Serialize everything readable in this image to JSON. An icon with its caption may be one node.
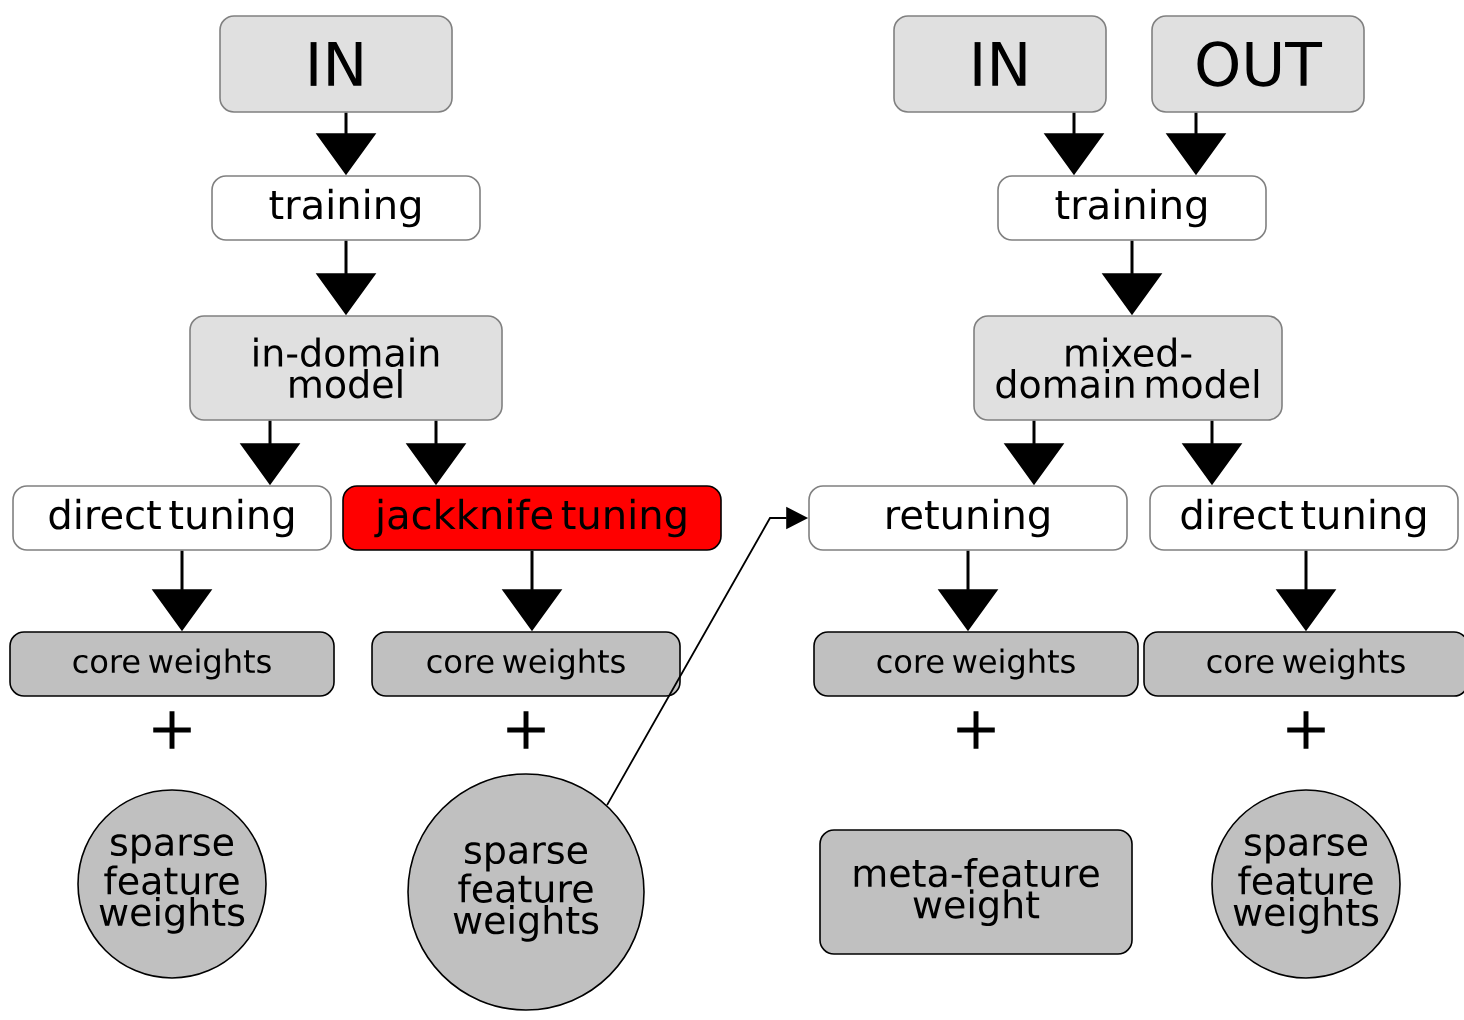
{
  "diagram": {
    "nodes": [
      {
        "text": [
          "IN"
        ]
      },
      {
        "text": [
          "training"
        ]
      },
      {
        "text": [
          "in-domain model"
        ]
      },
      {
        "text": [
          "direct tuning"
        ]
      },
      {
        "text": [
          "jackknife tuning"
        ]
      },
      {
        "text": [
          "core weights"
        ]
      },
      {
        "text": [
          "core weights"
        ]
      },
      {
        "text": [
          "sparse feature weights"
        ]
      },
      {
        "text": [
          "sparse feature weights"
        ]
      },
      {
        "text": [
          "IN"
        ]
      },
      {
        "text": [
          "OUT"
        ]
      },
      {
        "text": [
          "training"
        ]
      },
      {
        "text": [
          "mixed-domain model"
        ]
      },
      {
        "text": [
          "retuning"
        ]
      },
      {
        "text": [
          "direct tuning"
        ]
      },
      {
        "text": [
          "core weights"
        ]
      },
      {
        "text": [
          "core weights"
        ]
      },
      {
        "text": [
          "meta-feature weight"
        ]
      },
      {
        "text": [
          "sparse feature weights"
        ]
      }
    ],
    "edges": [
      {
        "from": 0,
        "to": 1,
        "arrow": "to"
      },
      {
        "from": 1,
        "to": 2,
        "arrow": "to"
      },
      {
        "from": 2,
        "to": 3,
        "arrow": "to"
      },
      {
        "from": 2,
        "to": 4,
        "arrow": "to"
      },
      {
        "from": 3,
        "to": 5,
        "arrow": "to"
      },
      {
        "from": 4,
        "to": 6,
        "arrow": "to"
      },
      {
        "from": 9,
        "to": 11,
        "arrow": "to"
      },
      {
        "from": 10,
        "to": 11,
        "arrow": "to"
      },
      {
        "from": 11,
        "to": 12,
        "arrow": "to"
      },
      {
        "from": 12,
        "to": 13,
        "arrow": "to"
      },
      {
        "from": 12,
        "to": 14,
        "arrow": "to"
      },
      {
        "from": 13,
        "to": 15,
        "arrow": "to"
      },
      {
        "from": 14,
        "to": 16,
        "arrow": "to"
      },
      {
        "from": 8,
        "to": 13,
        "arrow": "to"
      }
    ],
    "labels": [
      "+",
      "+",
      "+",
      "+"
    ]
  }
}
